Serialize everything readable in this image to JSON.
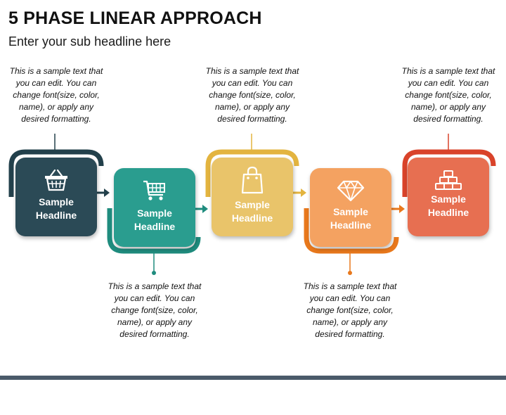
{
  "title": "5 PHASE LINEAR APPROACH",
  "subtitle": "Enter your sub headline here",
  "colors": {
    "phase1": "#2b4a56",
    "phase2": "#2a9d8f",
    "phase3": "#e9c46a",
    "phase4": "#f4a261",
    "phase5": "#e76f51"
  },
  "phases": [
    {
      "line1": "Sample",
      "line2": "Headline",
      "icon": "basket-icon",
      "note": [
        "This is a sample text that",
        "you can edit. You can",
        "change font(size, color,",
        "name), or apply any",
        "desired formatting."
      ]
    },
    {
      "line1": "Sample",
      "line2": "Headline",
      "icon": "shopping-cart-icon",
      "note": [
        "This is a sample text that",
        "you can edit. You can",
        "change font(size, color,",
        "name), or apply any",
        "desired formatting."
      ]
    },
    {
      "line1": "Sample",
      "line2": "Headline",
      "icon": "shopping-bag-icon",
      "note": [
        "This is a sample text that",
        "you can edit. You can",
        "change font(size, color,",
        "name), or apply any",
        "desired formatting."
      ]
    },
    {
      "line1": "Sample",
      "line2": "Headline",
      "icon": "diamond-icon",
      "note": [
        "This is a sample text that",
        "you can edit. You can",
        "change font(size, color,",
        "name), or apply any",
        "desired formatting."
      ]
    },
    {
      "line1": "Sample",
      "line2": "Headline",
      "icon": "gold-bars-icon",
      "note": [
        "This is a sample text that",
        "you can edit. You can",
        "change font(size, color,",
        "name), or apply any",
        "desired formatting."
      ]
    }
  ]
}
